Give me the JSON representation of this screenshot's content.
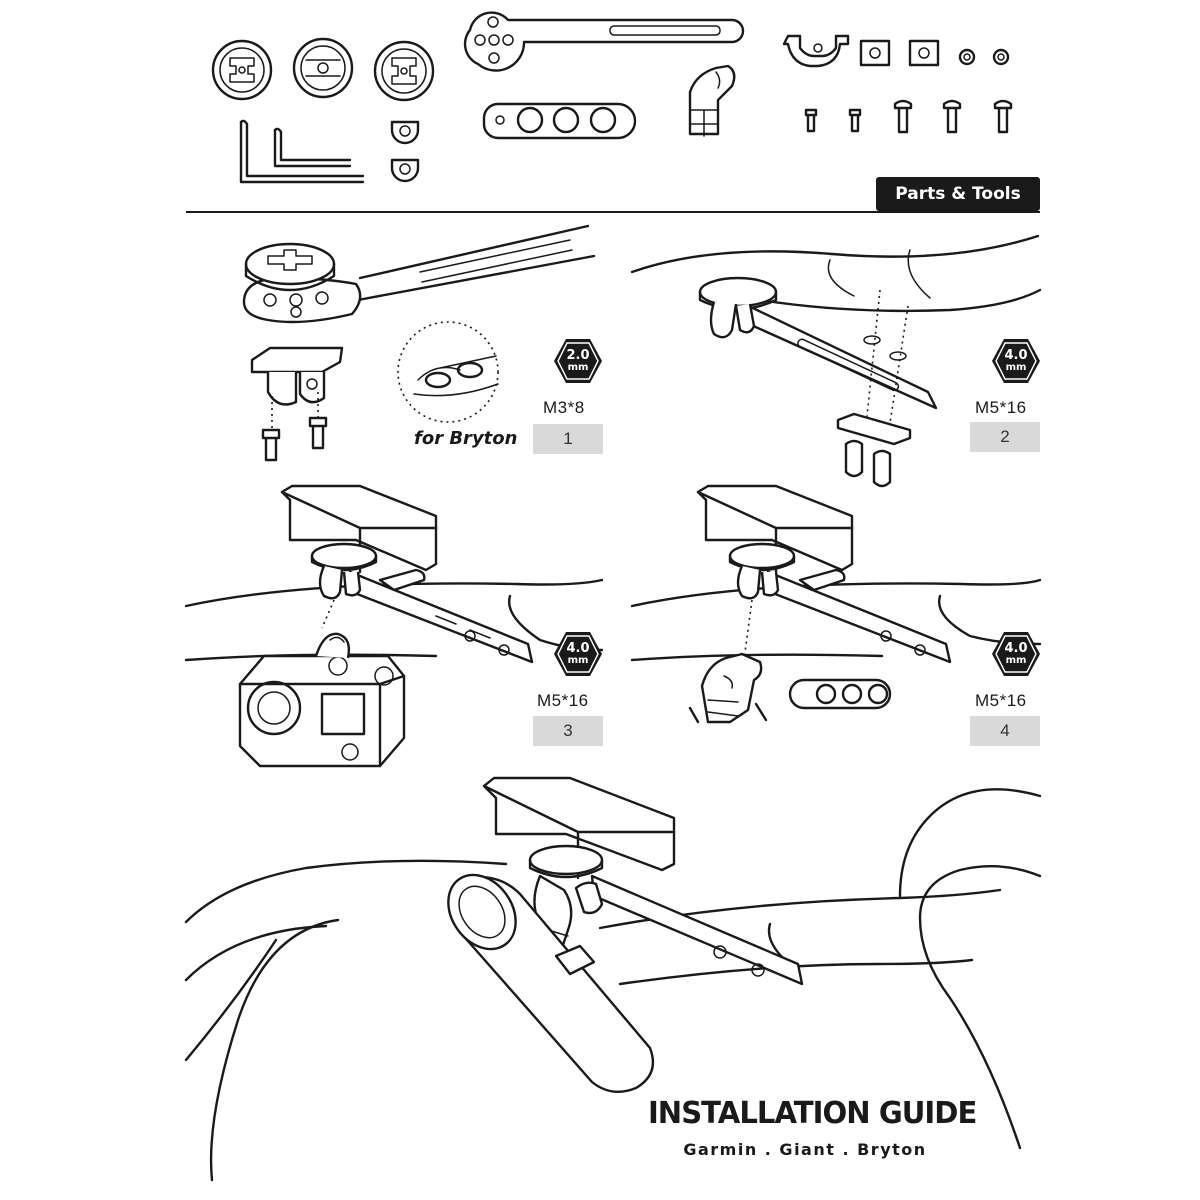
{
  "parts_label": "Parts & Tools",
  "steps": [
    {
      "number": "1",
      "tool": {
        "size": "2.0",
        "unit": "mm"
      },
      "screw": "M3*8",
      "note": "for Bryton"
    },
    {
      "number": "2",
      "tool": {
        "size": "4.0",
        "unit": "mm"
      },
      "screw": "M5*16"
    },
    {
      "number": "3",
      "tool": {
        "size": "4.0",
        "unit": "mm"
      },
      "screw": "M5*16"
    },
    {
      "number": "4",
      "tool": {
        "size": "4.0",
        "unit": "mm"
      },
      "screw": "M5*16"
    }
  ],
  "guide": {
    "title": "INSTALLATION GUIDE",
    "brands": "Garmin . Giant . Bryton"
  }
}
